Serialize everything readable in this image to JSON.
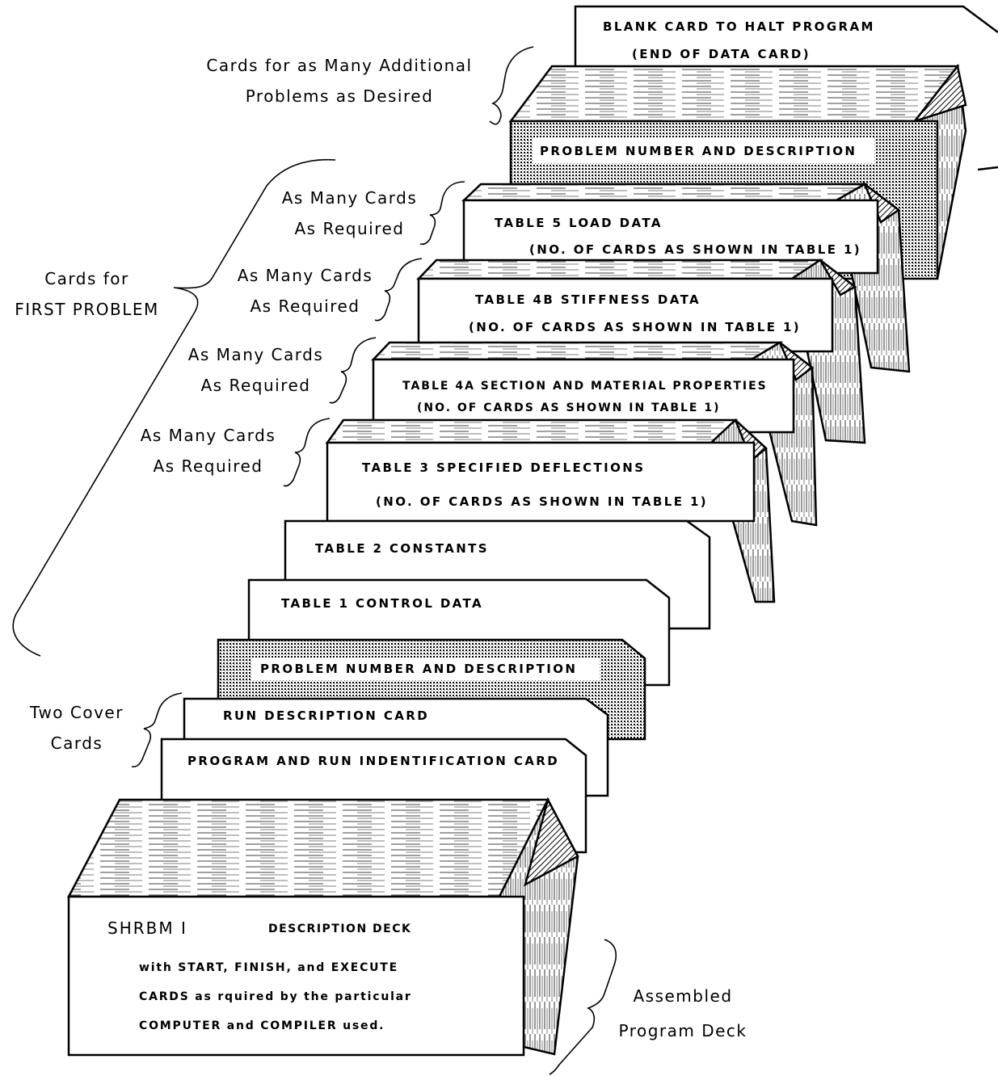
{
  "labels": {
    "additional_line1": "Cards for as Many Additional",
    "additional_line2": "Problems as Desired",
    "first_problem_line1": "Cards   for",
    "first_problem_line2": "FIRST  PROBLEM",
    "as_many_5_line1": "As Many Cards",
    "as_many_5_line2": "As Required",
    "as_many_4b_line1": "As Many Cards",
    "as_many_4b_line2": "As Required",
    "as_many_4a_line1": "As Many Cards",
    "as_many_4a_line2": "As Required",
    "as_many_3_line1": "As Many Cards",
    "as_many_3_line2": "As Required",
    "cover_line1": "Two Cover",
    "cover_line2": "Cards",
    "assembled_line1": "Assembled",
    "assembled_line2": "Program  Deck"
  },
  "cards": {
    "blank_line1": "BLANK  CARD  TO  HALT  PROGRAM",
    "blank_line2": "(END  OF  DATA  CARD)",
    "problem_top": "PROBLEM  NUMBER  AND  DESCRIPTION",
    "table5_line1": "TABLE  5    LOAD  DATA",
    "table5_line2": "(NO.  OF  CARDS  AS  SHOWN  IN  TABLE  1)",
    "table4b_line1": "TABLE  4B    STIFFNESS  DATA",
    "table4b_line2": "(NO.  OF  CARDS  AS  SHOWN  IN  TABLE  1)",
    "table4a_line1": "TABLE  4A   SECTION  AND  MATERIAL  PROPERTIES",
    "table4a_line2": "(NO.  OF  CARDS  AS  SHOWN  IN  TABLE  1)",
    "table3_line1": "TABLE  3    SPECIFIED  DEFLECTIONS",
    "table3_line2": "(NO.  OF  CARDS  AS  SHOWN  IN  TABLE  1)",
    "table2": "TABLE  2     CONSTANTS",
    "table1": "TABLE  1     CONTROL  DATA",
    "problem_mid": "PROBLEM  NUMBER  AND  DESCRIPTION",
    "run_desc": "RUN  DESCRIPTION  CARD",
    "program_run": "PROGRAM   AND  RUN  INDENTIFICATION  CARD",
    "deck_title": "SHRBM  I",
    "deck_subtitle": "DESCRIPTION  DECK",
    "deck_line1": "with  START,  FINISH,  and  EXECUTE",
    "deck_line2": "CARDS  as  rquired  by  the  particular",
    "deck_line3": "COMPUTER  and  COMPILER  used."
  },
  "colors": {
    "ink": "#000000",
    "paper": "#ffffff"
  }
}
